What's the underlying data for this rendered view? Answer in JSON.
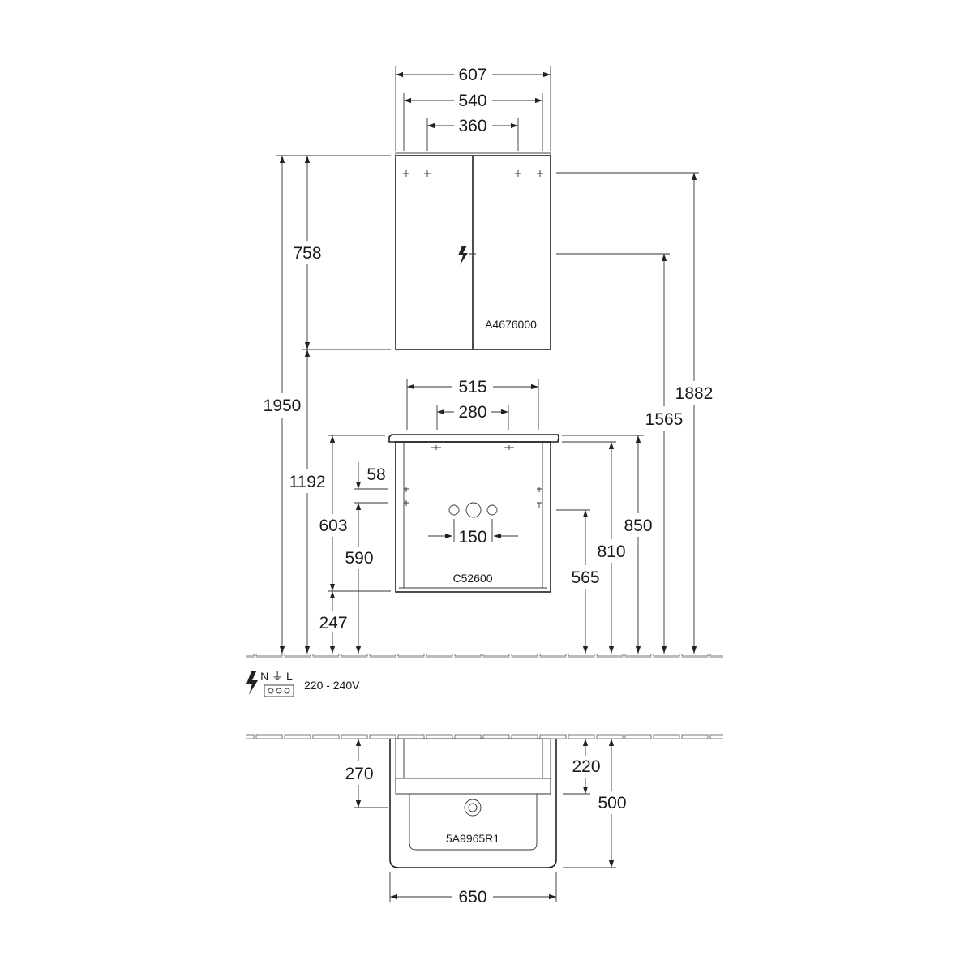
{
  "mirror_cabinet": {
    "code": "A4676000",
    "dims": {
      "width_total": "607",
      "width_inner": "540",
      "hole_spacing": "360",
      "height": "758"
    }
  },
  "vanity_unit": {
    "code": "C52600",
    "dims": {
      "width": "515",
      "hole_spacing": "280",
      "offset": "58",
      "height": "603",
      "height_low": "247",
      "height_590": "590",
      "pipe_spacing": "150",
      "height_565": "565",
      "height_810": "810",
      "height_850": "850"
    }
  },
  "heights": {
    "h1950": "1950",
    "h1192": "1192",
    "h1565": "1565",
    "h1882": "1882"
  },
  "electrical": {
    "terminals": "N ⏚ L",
    "voltage": "220 - 240V",
    "icon": "lightning-bolt-icon"
  },
  "plan": {
    "code": "5A9965R1",
    "dims": {
      "depth_270": "270",
      "depth_220": "220",
      "depth_500": "500",
      "width_650": "650"
    }
  }
}
